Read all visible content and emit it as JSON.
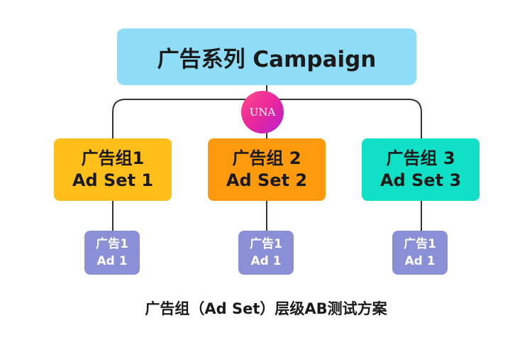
{
  "campaign": {
    "label": "广告系列 Campaign",
    "color": "#8fdcf7"
  },
  "logo": {
    "text": "UNA"
  },
  "ad_sets": [
    {
      "name": "广告组1",
      "name_en": "Ad Set 1",
      "color": "#ffbf1a"
    },
    {
      "name": "广告组 2",
      "name_en": "Ad Set 2",
      "color": "#ff9a0d"
    },
    {
      "name": "广告组 3",
      "name_en": "Ad Set 3",
      "color": "#10e0c6"
    }
  ],
  "ads": [
    {
      "name": "广告1",
      "name_en": "Ad 1",
      "color": "#8a8fd6"
    },
    {
      "name": "广告1",
      "name_en": "Ad 1",
      "color": "#8a8fd6"
    },
    {
      "name": "广告1",
      "name_en": "Ad 1",
      "color": "#8a8fd6"
    }
  ],
  "caption": "广告组（Ad Set）层级AB测试方案"
}
